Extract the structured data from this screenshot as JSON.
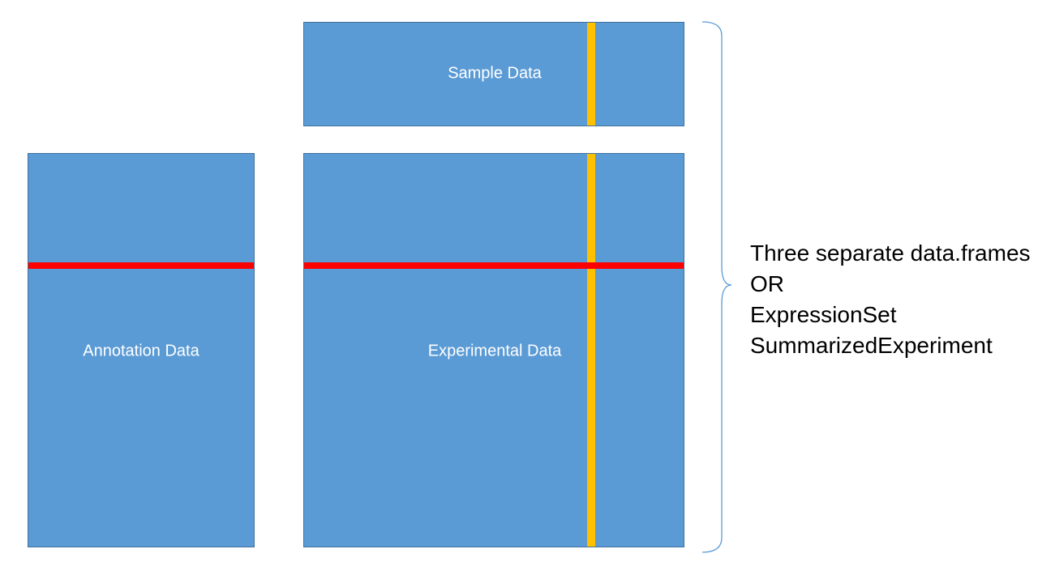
{
  "colors": {
    "box_fill": "#5b9bd5",
    "box_border": "#41719c",
    "row_highlight": "#ff0000",
    "column_highlight": "#ffc000",
    "label_text": "#ffffff",
    "brace_stroke": "#5b9bd5"
  },
  "boxes": {
    "sample": {
      "label": "Sample Data"
    },
    "annotation": {
      "label": "Annotation Data"
    },
    "experimental": {
      "label": "Experimental Data"
    }
  },
  "side_text": {
    "lines": [
      "Three separate data.frames",
      "OR",
      "ExpressionSet",
      "SummarizedExperiment"
    ]
  }
}
